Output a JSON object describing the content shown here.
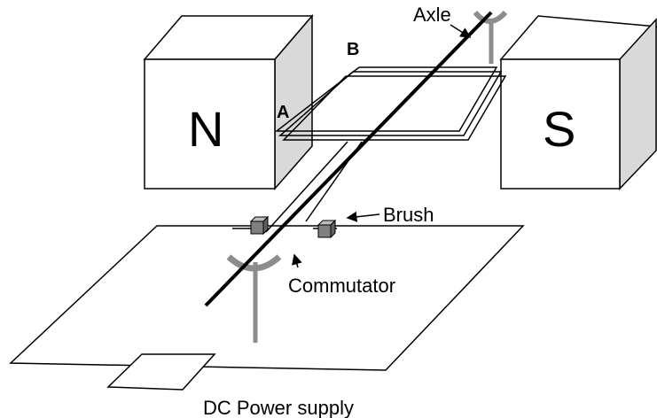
{
  "diagram": {
    "magnet_north_label": "N",
    "magnet_south_label": "S",
    "coil_side_a_label": "A",
    "coil_side_b_label": "B",
    "axle_label": "Axle",
    "brush_label": "Brush",
    "commutator_label": "Commutator",
    "power_supply_label": "DC Power supply"
  },
  "colors": {
    "magnet_face": "#ffffff",
    "magnet_side": "#d9d9d9",
    "support_gray": "#8c8c8c",
    "brush_gray": "#808080",
    "line": "#000000"
  }
}
